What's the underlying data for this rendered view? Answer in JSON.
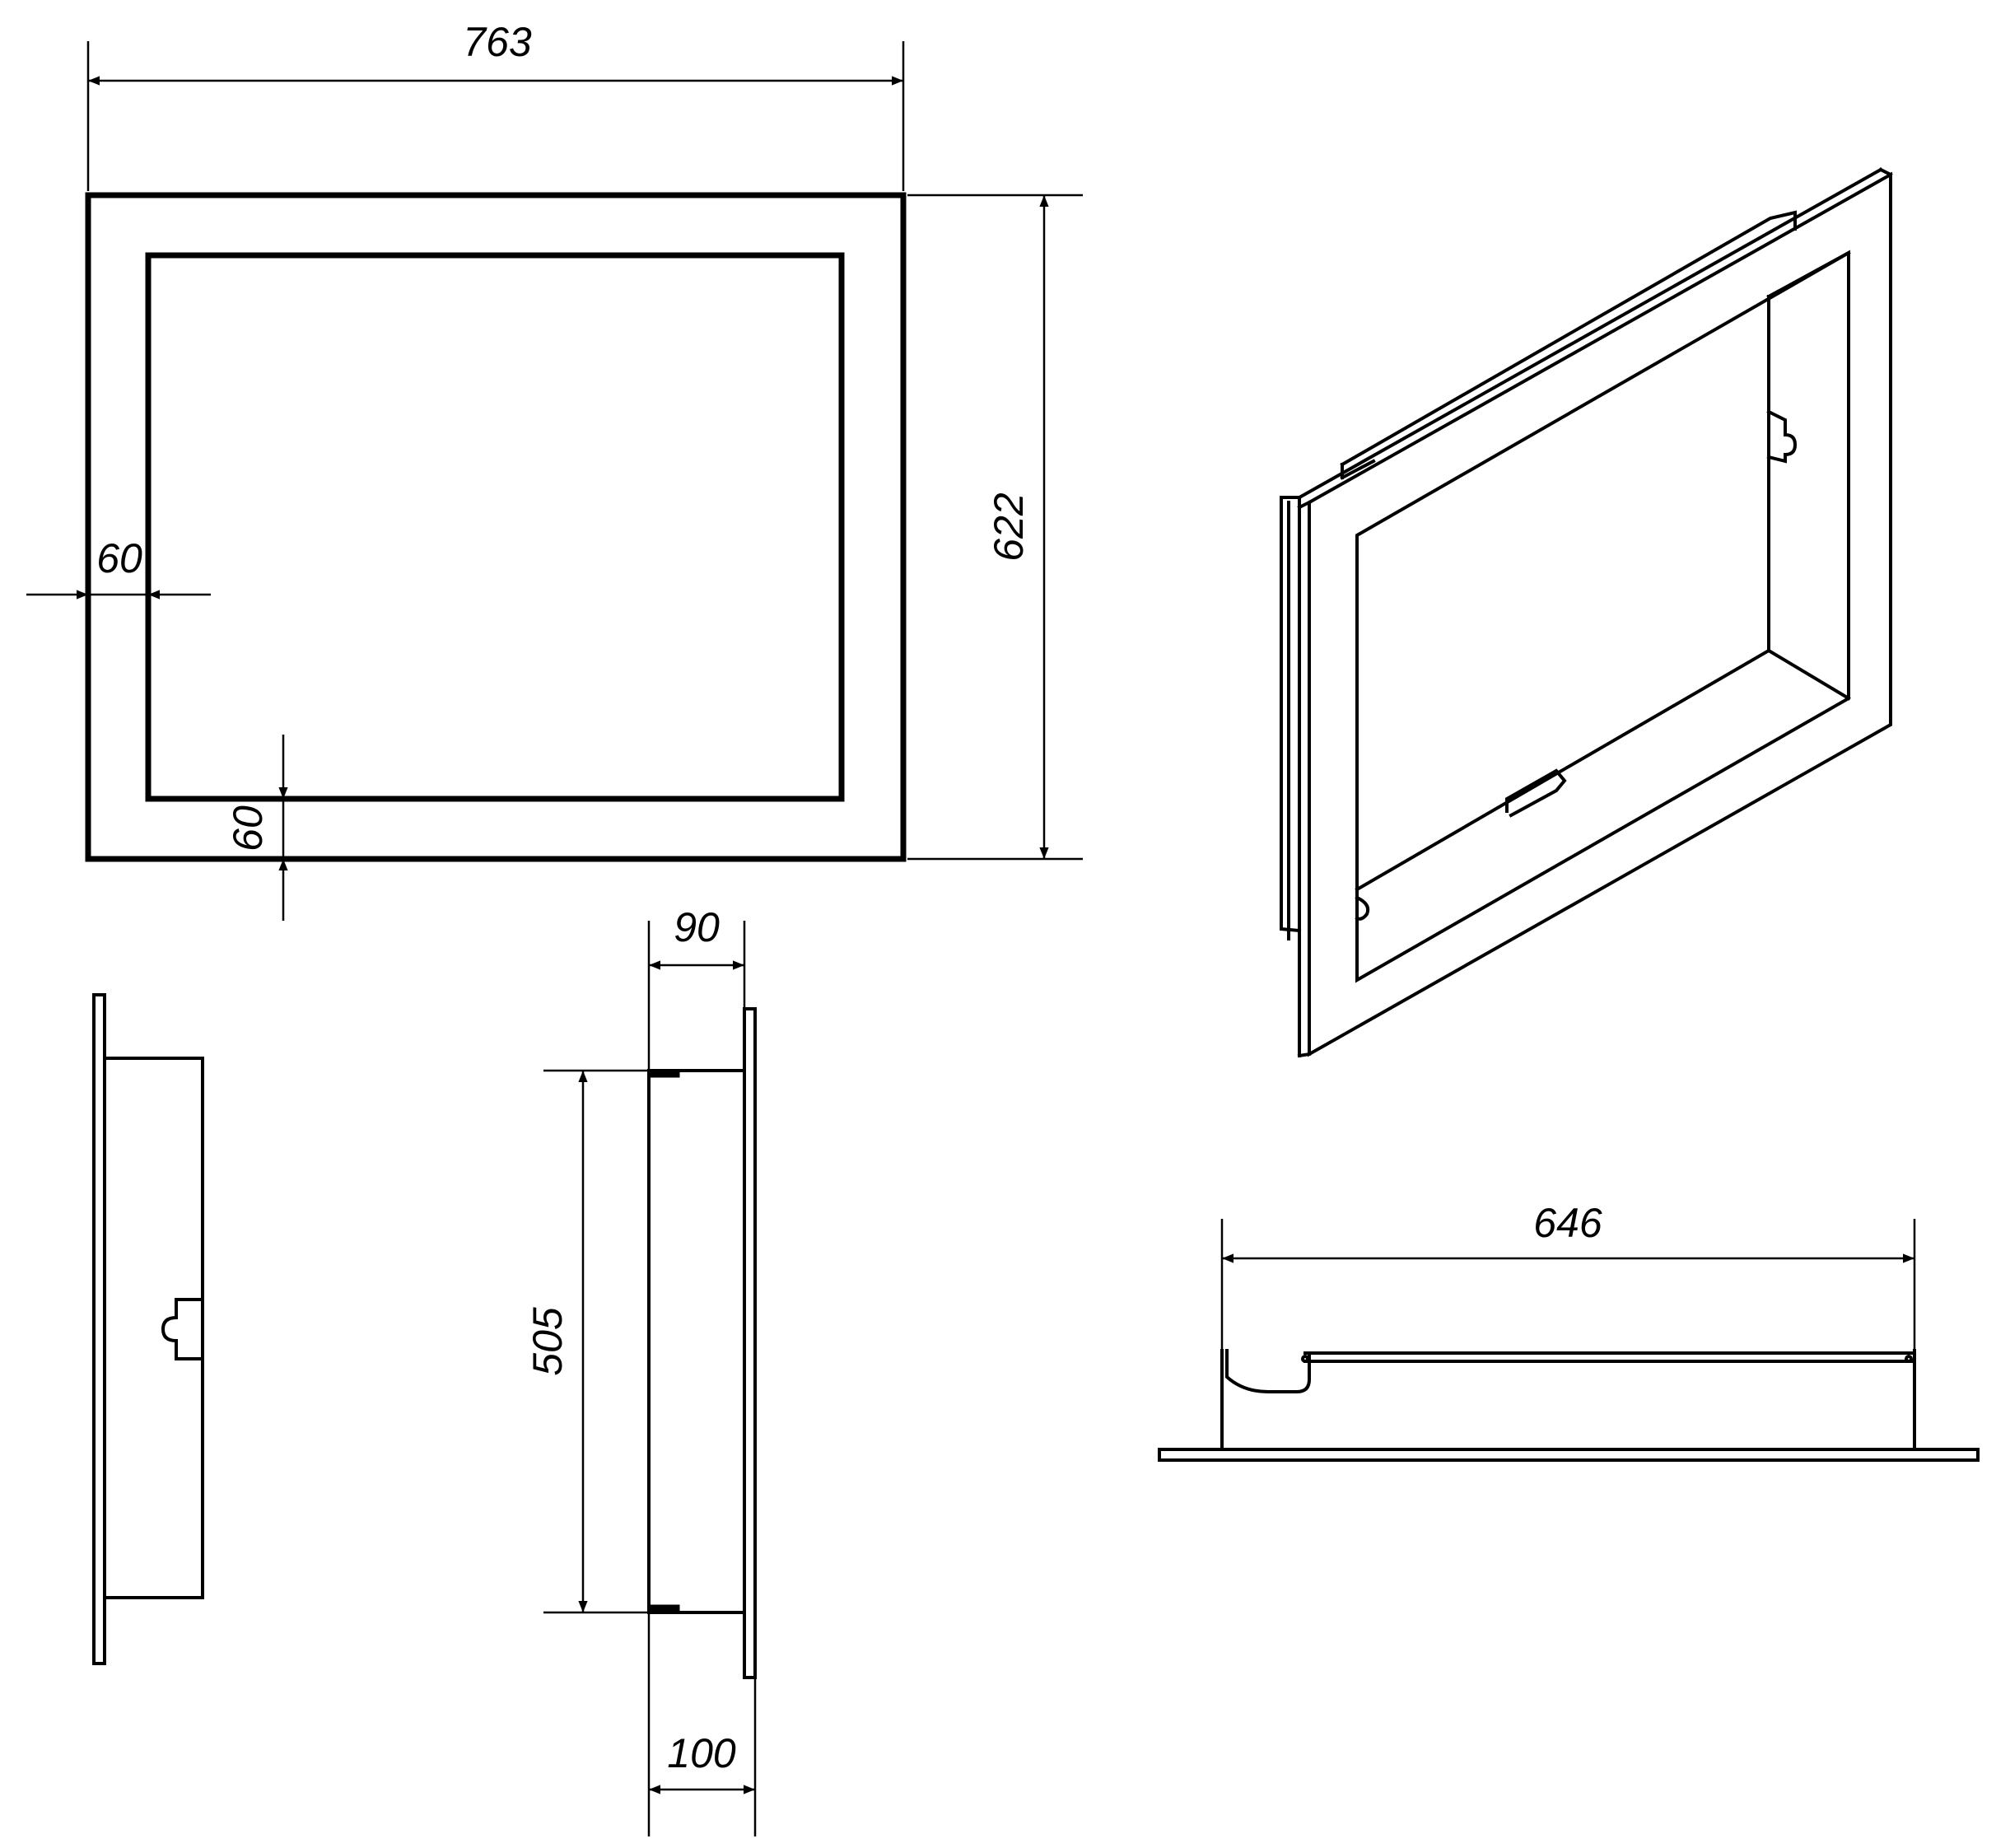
{
  "dimensions": {
    "front_width": "763",
    "front_height": "622",
    "frame_side": "60",
    "frame_bottom": "60",
    "side_depth_top": "90",
    "side_inner_height": "505",
    "side_depth_bottom": "100",
    "bottom_width": "646"
  }
}
